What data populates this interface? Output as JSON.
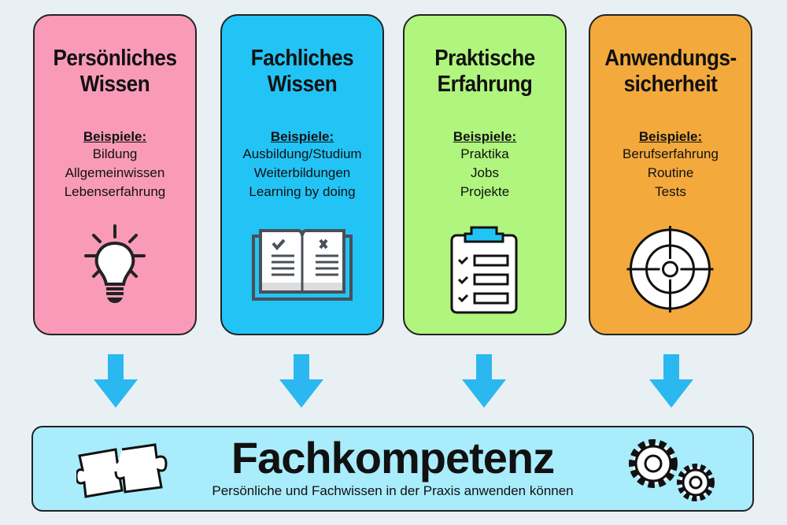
{
  "cards": [
    {
      "title1": "Persönliches",
      "title2": "Wissen",
      "examples_label": "Beispiele:",
      "items": [
        "Bildung",
        "Allgemeinwissen",
        "Lebenserfahrung"
      ],
      "icon": "lightbulb-icon",
      "color": "#f99bb8"
    },
    {
      "title1": "Fachliches",
      "title2": "Wissen",
      "examples_label": "Beispiele:",
      "items": [
        "Ausbildung/Studium",
        "Weiterbildungen",
        "Learning by doing"
      ],
      "icon": "book-icon",
      "color": "#22c4f6"
    },
    {
      "title1": "Praktische",
      "title2": "Erfahrung",
      "examples_label": "Beispiele:",
      "items": [
        "Praktika",
        "Jobs",
        "Projekte"
      ],
      "icon": "clipboard-icon",
      "color": "#b0f57d"
    },
    {
      "title1": "Anwendungs-",
      "title2": "sicherheit",
      "examples_label": "Beispiele:",
      "items": [
        "Berufserfahrung",
        "Routine",
        "Tests"
      ],
      "icon": "target-icon",
      "color": "#f3a93c"
    }
  ],
  "result": {
    "title": "Fachkompetenz",
    "subtitle": "Persönliche und Fachwissen in der Praxis anwenden können"
  }
}
